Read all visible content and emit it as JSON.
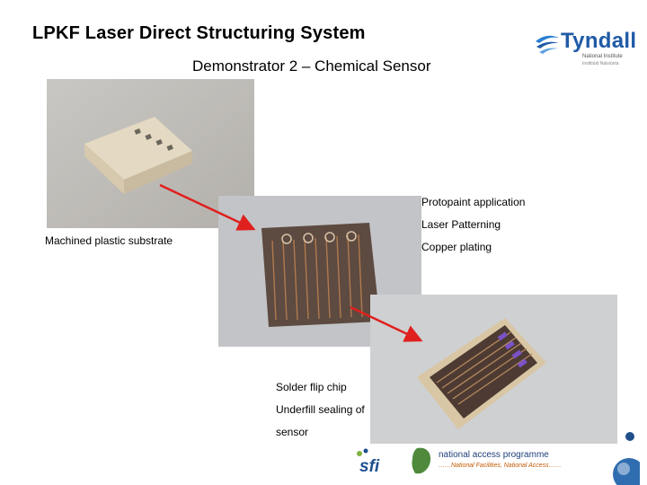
{
  "header": {
    "title": "LPKF Laser Direct Structuring System",
    "subtitle": "Demonstrator 2 – Chemical Sensor"
  },
  "logo": {
    "name": "Tyndall",
    "line1": "National Institute",
    "line2": "Institiúid Náisiúnta"
  },
  "labels": {
    "machined": "Machined plastic substrate",
    "protopaint": "Protopaint application",
    "laser": "Laser Patterning",
    "copper": "Copper plating",
    "solder": "Solder flip chip",
    "underfill": "Underfill sealing of",
    "sensor": "sensor"
  },
  "footer": {
    "sfi": "sfi",
    "nap_title": "national access programme",
    "nap_sub": "……National Facilities, National Access……"
  },
  "colors": {
    "arrow": "#e0201e",
    "brand": "#1f5aa6"
  }
}
